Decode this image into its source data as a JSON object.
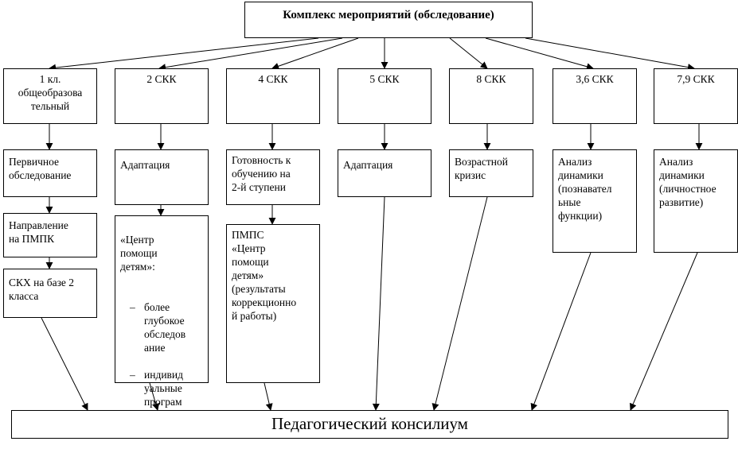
{
  "root": "Комплекс мероприятий (обследование)",
  "bottom": "Педагогический консилиум",
  "columns": [
    {
      "head": "1 кл.\nобщеобразова\nтельный",
      "items": [
        "Первичное\nобследование",
        "Направление\nна ПМПК",
        "СКХ на базе 2\nкласса"
      ]
    },
    {
      "head": "2 СКК",
      "items": [
        "Адаптация"
      ],
      "center": {
        "title": "«Центр\nпомощи\nдетям»:",
        "bullets": [
          "более\nглубокое\nобследов\nание",
          "индивид\nуальные\nпрограм\nмы"
        ]
      }
    },
    {
      "head": "4 СКК",
      "items": [
        "Готовность к\nобучению на\n2-й ступени",
        "ПМПС\n«Центр\nпомощи\nдетям»\n(результаты\nкоррекционно\nй работы)"
      ]
    },
    {
      "head": "5 СКК",
      "items": [
        "Адаптация"
      ]
    },
    {
      "head": "8 СКК",
      "items": [
        "Возрастной\nкризис"
      ]
    },
    {
      "head": "3,6 СКК",
      "items": [
        "Анализ\nдинамики\n(познавател\nьные\nфункции)"
      ]
    },
    {
      "head": "7,9 СКК",
      "items": [
        "Анализ\nдинамики\n(личностное\nразвитие)"
      ]
    }
  ]
}
